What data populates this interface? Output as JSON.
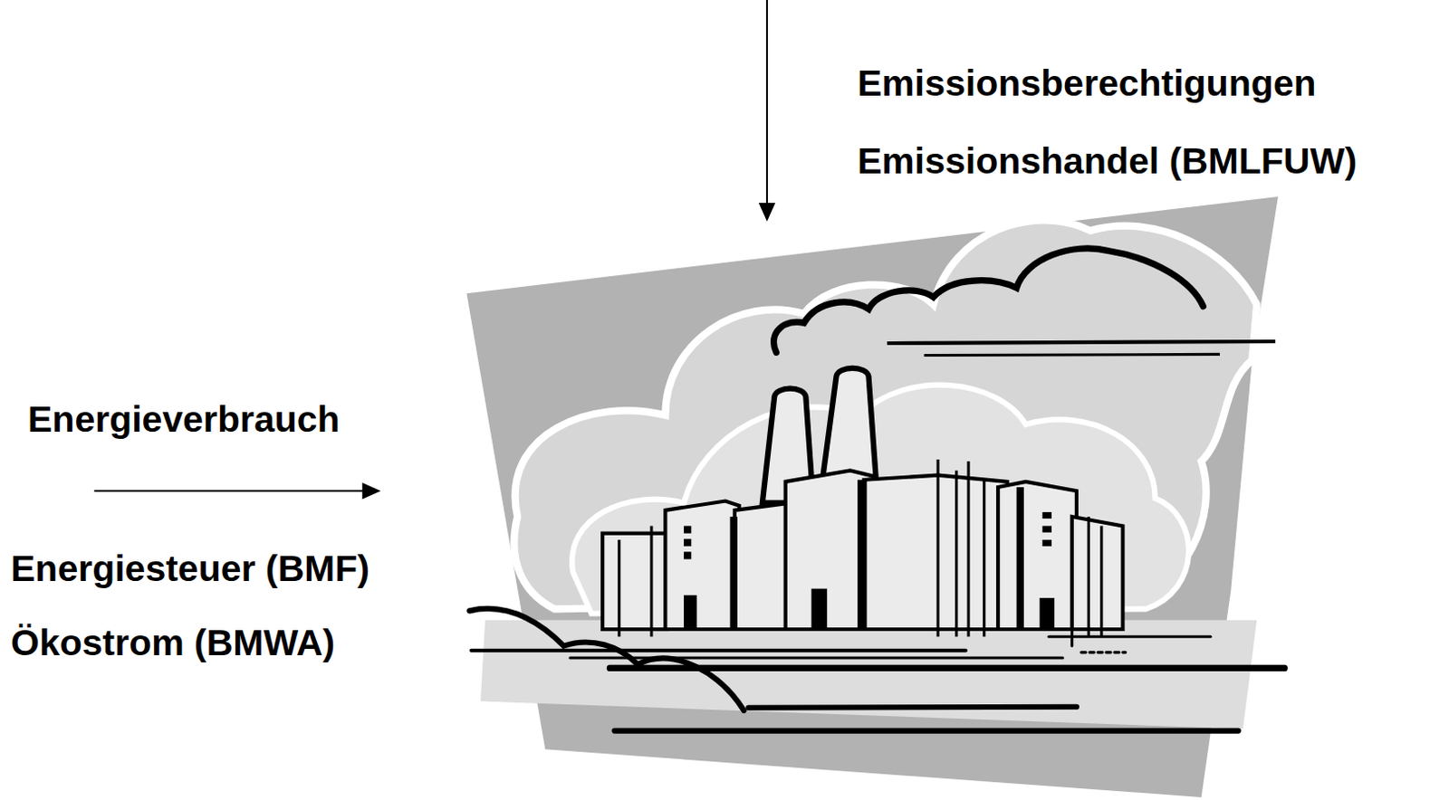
{
  "diagram": {
    "labels": [
      "Emissionsberechtigungen",
      "Emissionshandel (BMLFUW)",
      "Energieverbrauch",
      "Energiesteuer (BMF)",
      "Ökostrom (BMWA)"
    ]
  }
}
